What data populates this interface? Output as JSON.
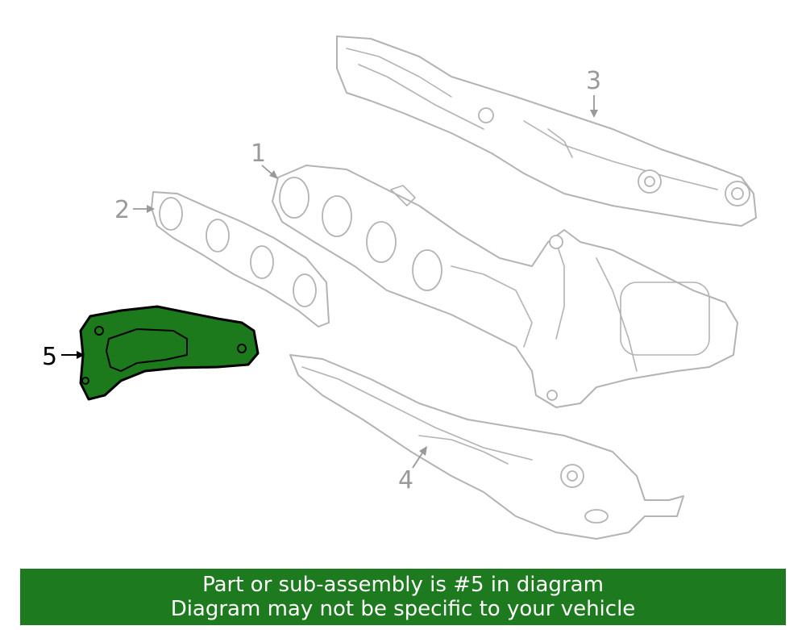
{
  "callouts": {
    "c1": "1",
    "c2": "2",
    "c3": "3",
    "c4": "4",
    "c5": "5"
  },
  "highlight_color": "#1e7a1e",
  "banner": {
    "line1": "Part or sub-assembly is #5 in diagram",
    "line2": "Diagram may not be specific to your vehicle"
  }
}
